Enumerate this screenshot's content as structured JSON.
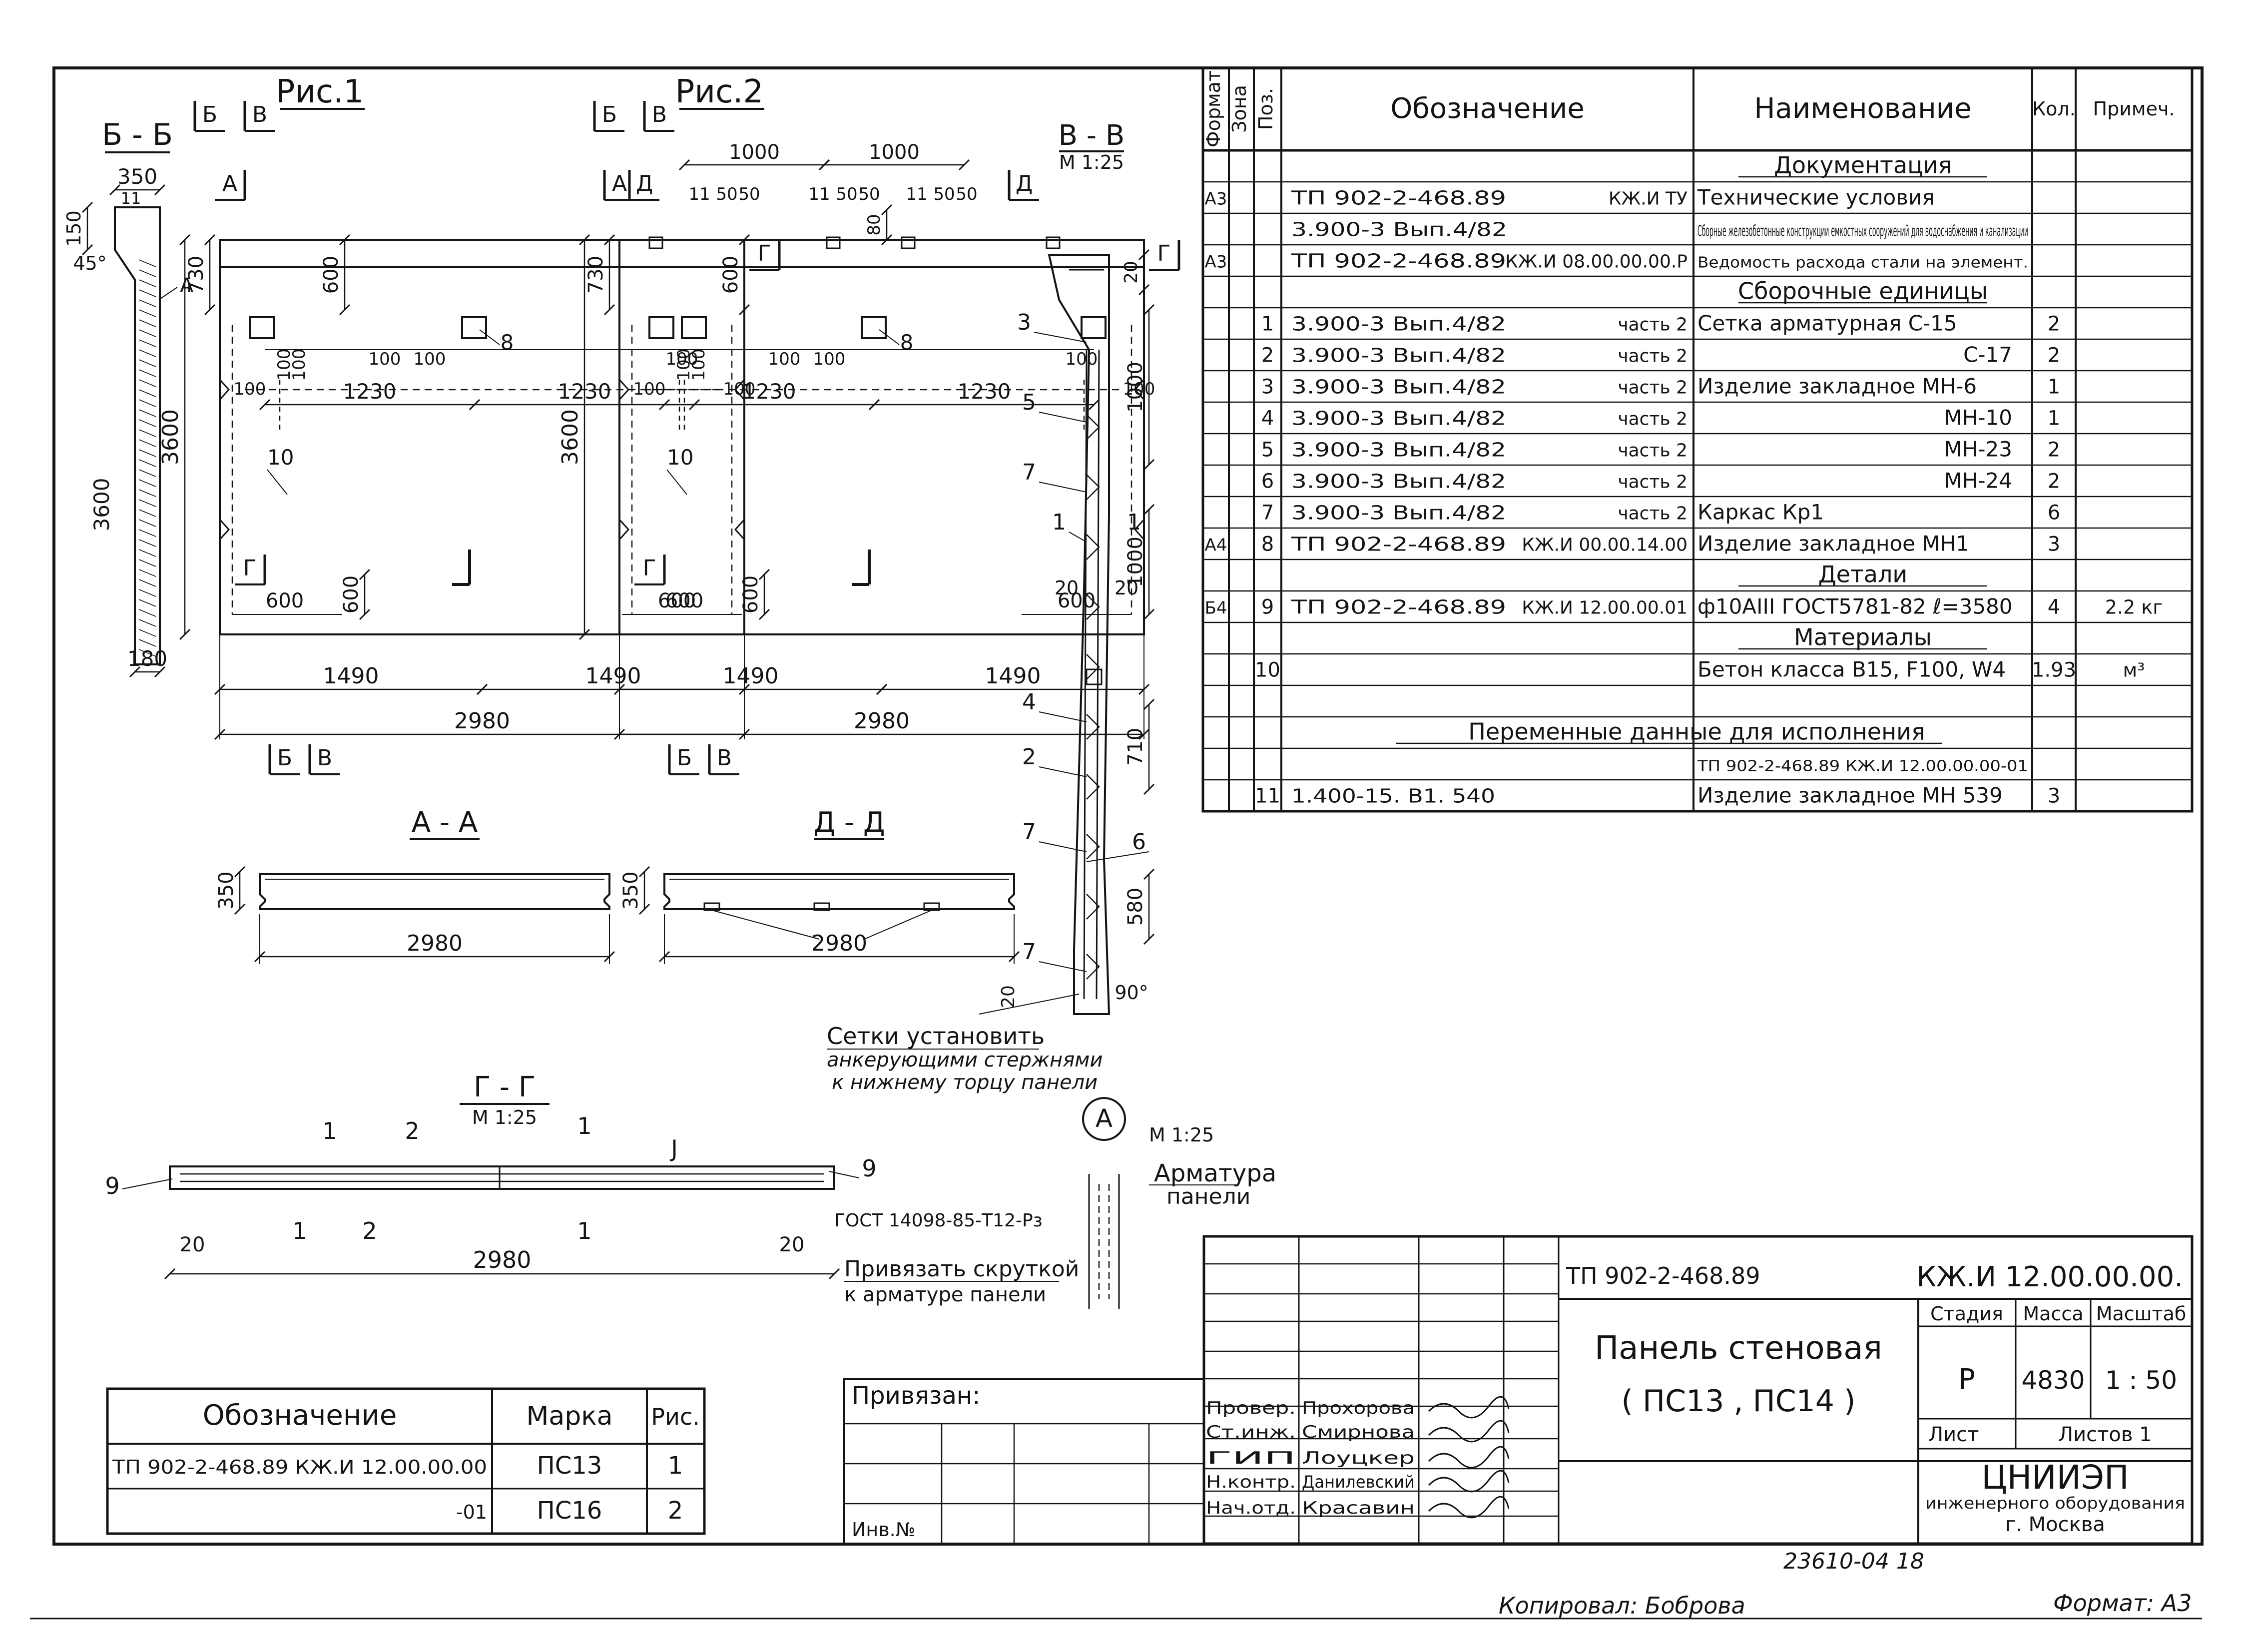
{
  "figures": {
    "fig1_title": "Рис.1",
    "fig2_title": "Рис.2",
    "cut_b": "Б",
    "cut_v": "В",
    "cut_a": "А",
    "cut_d": "Д",
    "cut_g": "Г",
    "section_bb": "Б - Б",
    "section_vv": "В - В",
    "section_aa": "А - А",
    "section_dd": "Д - Д",
    "section_gg": "Г - Г",
    "scale_125": "М 1:25",
    "callout_a": "А",
    "dims": {
      "d350": "350",
      "d150": "150",
      "d45": "45°",
      "d3600": "3600",
      "d180": "180",
      "d730": "730",
      "d600": "600",
      "d100": "100",
      "d1230": "1230",
      "d1490": "1490",
      "d2980": "2980",
      "d1000": "1000",
      "d50": "50",
      "d80": "80",
      "d20": "20",
      "d710": "710",
      "d580": "580",
      "d90": "90°"
    },
    "positions": {
      "p1": "1",
      "p2": "2",
      "p3": "3",
      "p4": "4",
      "p5": "5",
      "p6": "6",
      "p7": "7",
      "p8": "8",
      "p9": "9",
      "p10": "10",
      "p11": "11",
      "pJ": "Ј"
    },
    "note_nets": [
      "Сетки установить",
      "анкерующими стержнями",
      "к нижнему торцу панели"
    ],
    "detail_armature": [
      "Арматура",
      "панели"
    ],
    "gost_ref": "ГОСТ 14098-85-Т12-Рз",
    "note_tie": [
      "Привязать скруткой",
      "к арматуре панели"
    ]
  },
  "spec": {
    "headers": {
      "format": "Формат",
      "zone": "Зона",
      "pos": "Поз.",
      "designation": "Обозначение",
      "name": "Наименование",
      "qty": "Кол.",
      "note": "Примеч."
    },
    "rows": [
      {
        "kind": "section",
        "name": "Документация"
      },
      {
        "format": "А3",
        "pos": "",
        "designation": "ТП 902-2-468.89",
        "designation2": "КЖ.И ТУ",
        "name": "Технические условия",
        "qty": "",
        "note": ""
      },
      {
        "format": "",
        "pos": "",
        "designation": "3.900-3   Вып.4/82",
        "designation2": "",
        "name": "Сборные железобетонные конструкции емкостных сооружений для водоснабжения и канализации",
        "qty": "",
        "note": ""
      },
      {
        "format": "А3",
        "pos": "",
        "designation": "ТП 902-2-468.89",
        "designation2": "КЖ.И 08.00.00.00.Р",
        "name": "Ведомость расхода стали на элемент.",
        "qty": "",
        "note": ""
      },
      {
        "kind": "section",
        "name": "Сборочные единицы"
      },
      {
        "format": "",
        "pos": "1",
        "designation": "3.900-3   Вып.4/82",
        "designation2": "часть 2",
        "name": "Сетка арматурная   С-15",
        "qty": "2",
        "note": ""
      },
      {
        "format": "",
        "pos": "2",
        "designation": "3.900-3   Вып.4/82",
        "designation2": "часть 2",
        "name": "С-17",
        "qty": "2",
        "note": ""
      },
      {
        "format": "",
        "pos": "3",
        "designation": "3.900-3   Вып.4/82",
        "designation2": "часть 2",
        "name": "Изделие закладное МН-6",
        "qty": "1",
        "note": ""
      },
      {
        "format": "",
        "pos": "4",
        "designation": "3.900-3   Вып.4/82",
        "designation2": "часть 2",
        "name": "МН-10",
        "qty": "1",
        "note": ""
      },
      {
        "format": "",
        "pos": "5",
        "designation": "3.900-3   Вып.4/82",
        "designation2": "часть 2",
        "name": "МН-23",
        "qty": "2",
        "note": ""
      },
      {
        "format": "",
        "pos": "6",
        "designation": "3.900-3   Вып.4/82",
        "designation2": "часть 2",
        "name": "МН-24",
        "qty": "2",
        "note": ""
      },
      {
        "format": "",
        "pos": "7",
        "designation": "3.900-3   Вып.4/82",
        "designation2": "часть 2",
        "name": "Каркас          Кр1",
        "qty": "6",
        "note": ""
      },
      {
        "format": "А4",
        "pos": "8",
        "designation": "ТП 902-2-468.89",
        "designation2": "КЖ.И 00.00.14.00",
        "name": "Изделие закладное МН1",
        "qty": "3",
        "note": ""
      },
      {
        "kind": "section",
        "name": "Детали"
      },
      {
        "format": "Б4",
        "pos": "9",
        "designation": "ТП 902-2-468.89",
        "designation2": "КЖ.И 12.00.00.01",
        "name": "ф10АIII  ГОСТ5781-82  ℓ=3580",
        "qty": "4",
        "note": "2.2 кг"
      },
      {
        "kind": "section",
        "name": "Материалы"
      },
      {
        "format": "",
        "pos": "10",
        "designation": "",
        "designation2": "",
        "name": "Бетон класса В15, F100, W4",
        "qty": "1.93",
        "note": "м³"
      },
      {
        "kind": "blank"
      },
      {
        "kind": "wide",
        "name": "Переменные данные для исполнения"
      },
      {
        "format": "",
        "pos": "",
        "designation": "",
        "designation2": "",
        "name": "ТП 902-2-468.89   КЖ.И 12.00.00.00-01",
        "qty": "",
        "note": ""
      },
      {
        "format": "",
        "pos": "11",
        "designation": "1.400-15. В1. 540",
        "designation2": "",
        "name": "Изделие закладное МН 539",
        "qty": "3",
        "note": ""
      }
    ]
  },
  "variants": {
    "headers": {
      "designation": "Обозначение",
      "mark": "Марка",
      "fig": "Рис."
    },
    "rows": [
      {
        "designation": "ТП 902-2-468.89    КЖ.И 12.00.00.00",
        "mark": "ПС13",
        "fig": "1"
      },
      {
        "designation": "-01",
        "mark": "ПС16",
        "fig": "2"
      }
    ]
  },
  "title_block": {
    "project_code": "ТП 902-2-468.89",
    "doc_code": "КЖ.И 12.00.00.00.",
    "title_line1": "Панель стеновая",
    "title_line2": "( ПС13 , ПС14 )",
    "stage_label": "Стадия",
    "mass_label": "Масса",
    "scale_label": "Масштаб",
    "stage": "Р",
    "mass": "4830",
    "scale": "1 : 50",
    "sheet_label": "Лист",
    "sheets_label": "Листов 1",
    "org_name": "ЦНИИЭП",
    "org_line2": "инженерного оборудования",
    "org_city": "г. Москва",
    "privyazan": "Привязан:",
    "inv": "Инв.№",
    "roles": [
      {
        "role": "Провер.",
        "name": "Прохорова"
      },
      {
        "role": "Ст.инж.",
        "name": "Смирнова"
      },
      {
        "role": "ГИП",
        "name": "Лоуцкер"
      },
      {
        "role": "Н.контр.",
        "name": "Данилевский"
      },
      {
        "role": "Нач.отд.",
        "name": "Красавин"
      }
    ]
  },
  "footer": {
    "archive_number": "23610-04   18",
    "copied_by": "Копировал: Боброва",
    "format": "Формат: А3"
  }
}
